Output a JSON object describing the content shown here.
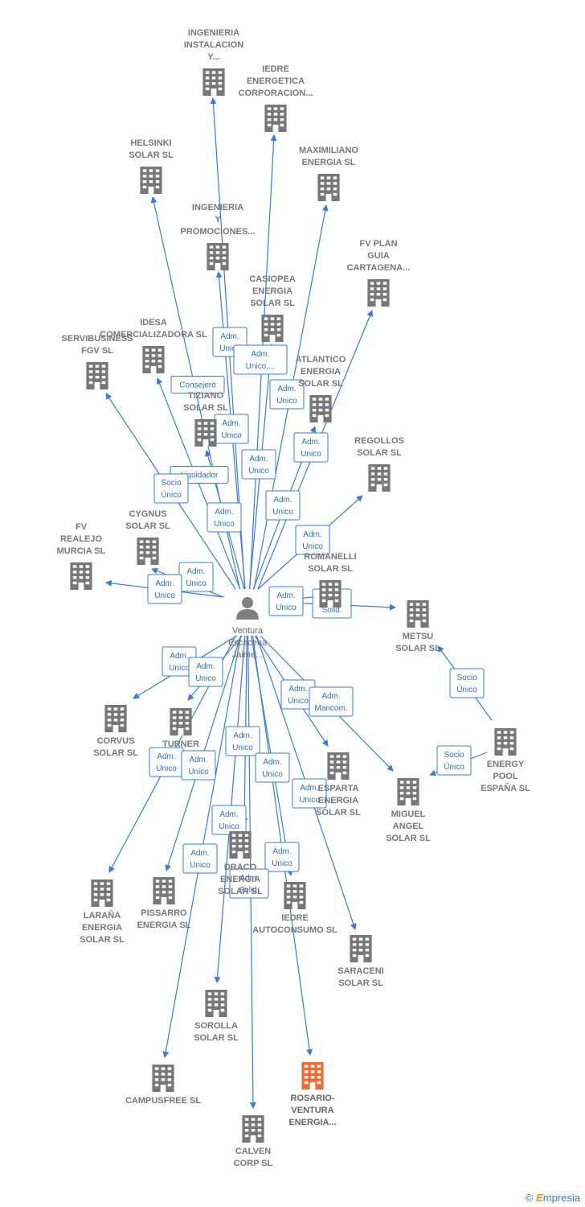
{
  "colors": {
    "edge": "#3a7bd5",
    "building": "#777777",
    "highlight": "#f06a35",
    "person": "#808080"
  },
  "center": {
    "id": "ventura",
    "icon": "person-icon",
    "label": [
      "Ventura",
      "Escacena",
      "Jaime..."
    ]
  },
  "nodes": [
    {
      "id": "ingenieria-instalacion",
      "label": [
        "INGENIERIA",
        "INSTALACION",
        "Y..."
      ]
    },
    {
      "id": "iedre-energetica",
      "label": [
        "IEDRE",
        "ENERGETICA",
        "CORPORACION..."
      ]
    },
    {
      "id": "helsinki",
      "label": [
        "HELSINKI",
        "SOLAR SL"
      ]
    },
    {
      "id": "maximiliano",
      "label": [
        "MAXIMILIANO",
        "ENERGIA SL"
      ]
    },
    {
      "id": "ingenieria-promociones",
      "label": [
        "INGENIERIA",
        "Y",
        "PROMOCIONES..."
      ]
    },
    {
      "id": "fv-plan-guia",
      "label": [
        "FV PLAN",
        "GUIA",
        "CARTAGENA..."
      ]
    },
    {
      "id": "casiopea",
      "label": [
        "CASIOPEA",
        "ENERGIA",
        "SOLAR SL"
      ]
    },
    {
      "id": "idesa",
      "label": [
        "IDESA",
        "COMERCIALIZADORA SL"
      ]
    },
    {
      "id": "servibusiness",
      "label": [
        "SERVIBUSINESS",
        "FGV SL"
      ]
    },
    {
      "id": "atlantico",
      "label": [
        "ATLANTICO",
        "ENERGIA",
        "SOLAR SL"
      ]
    },
    {
      "id": "tiziano",
      "label": [
        "TIZIANO",
        "SOLAR SL"
      ]
    },
    {
      "id": "regollos",
      "label": [
        "REGOLLOS",
        "SOLAR SL"
      ]
    },
    {
      "id": "cygnus",
      "label": [
        "CYGNUS",
        "SOLAR SL"
      ]
    },
    {
      "id": "fv-realejo",
      "label": [
        "FV",
        "REALEJO",
        "MURCIA  SL"
      ]
    },
    {
      "id": "romanelli",
      "label": [
        "ROMANELLI",
        "SOLAR SL"
      ]
    },
    {
      "id": "metsu",
      "label": [
        "METSU",
        "SOLAR SL"
      ]
    },
    {
      "id": "energy-pool",
      "label": [
        "ENERGY",
        "POOL",
        "ESPAÑA  SL"
      ]
    },
    {
      "id": "corvus",
      "label": [
        "CORVUS",
        "SOLAR SL"
      ]
    },
    {
      "id": "turner",
      "label": [
        "TURNER"
      ]
    },
    {
      "id": "esparta",
      "label": [
        "ESPARTA",
        "ENERGIA",
        "SOLAR SL"
      ]
    },
    {
      "id": "miguel-angel",
      "label": [
        "MIGUEL",
        "ANGEL",
        "SOLAR SL"
      ]
    },
    {
      "id": "larana",
      "label": [
        "LARAÑA",
        "ENERGIA",
        "SOLAR SL"
      ]
    },
    {
      "id": "pissarro",
      "label": [
        "PISSARRO",
        "ENERGIA SL"
      ]
    },
    {
      "id": "draco",
      "label": [
        "DRACO",
        "ENERGIA",
        "SOLAR SL"
      ]
    },
    {
      "id": "iedre-autoconsumo",
      "label": [
        "IEDRE",
        "AUTOCONSUMO SL"
      ]
    },
    {
      "id": "saraceni",
      "label": [
        "SARACENI",
        "SOLAR SL"
      ]
    },
    {
      "id": "sorolla",
      "label": [
        "SOROLLA",
        "SOLAR SL"
      ]
    },
    {
      "id": "campusfree",
      "label": [
        "CAMPUSFREE SL"
      ]
    },
    {
      "id": "rosario",
      "label": [
        "ROSARIO-",
        "VENTURA",
        "ENERGIA..."
      ],
      "highlight": true
    },
    {
      "id": "calven",
      "label": [
        "CALVEN",
        "CORP SL"
      ]
    }
  ],
  "edges": [
    {
      "from": "ventura",
      "to": "ingenieria-instalacion",
      "label": [
        "Adm.",
        "Unico"
      ]
    },
    {
      "from": "ventura",
      "to": "iedre-energetica",
      "label": [
        "Adm.",
        "Unico,..."
      ]
    },
    {
      "from": "ventura",
      "to": "helsinki",
      "label": [
        "Consejero"
      ]
    },
    {
      "from": "ventura",
      "to": "maximiliano",
      "label": [
        "Adm.",
        "Unico"
      ]
    },
    {
      "from": "ventura",
      "to": "ingenieria-promociones",
      "label": [
        "Adm.",
        "Unico"
      ]
    },
    {
      "from": "ventura",
      "to": "fv-plan-guia",
      "label": [
        "Adm.",
        "Unico"
      ]
    },
    {
      "from": "ventura",
      "to": "casiopea",
      "label": [
        "Adm.",
        "Unico"
      ]
    },
    {
      "from": "ventura",
      "to": "idesa",
      "label": [
        "Liquidador"
      ]
    },
    {
      "from": "ventura",
      "to": "servibusiness",
      "label": [
        "Socio",
        "Único"
      ]
    },
    {
      "from": "ventura",
      "to": "atlantico",
      "label": [
        "Adm.",
        "Unico"
      ]
    },
    {
      "from": "ventura",
      "to": "tiziano",
      "label": [
        "Adm.",
        "Unico"
      ]
    },
    {
      "from": "ventura",
      "to": "regollos",
      "label": [
        "Adm.",
        "Unico"
      ]
    },
    {
      "from": "ventura",
      "to": "cygnus",
      "label": [
        "Adm.",
        "Unico"
      ]
    },
    {
      "from": "ventura",
      "to": "fv-realejo",
      "label": [
        "Adm.",
        "Unico"
      ]
    },
    {
      "from": "ventura",
      "to": "romanelli",
      "label": [
        "Adm.",
        "Unico"
      ]
    },
    {
      "from": "ventura",
      "to": "metsu",
      "label": [
        "Adm.",
        "Solid."
      ]
    },
    {
      "from": "energy-pool",
      "to": "metsu",
      "label": [
        "Socio",
        "Único"
      ]
    },
    {
      "from": "energy-pool",
      "to": "miguel-angel",
      "label": [
        "Socio",
        "Único"
      ]
    },
    {
      "from": "ventura",
      "to": "corvus",
      "label": [
        "Adm.",
        "Unico"
      ]
    },
    {
      "from": "ventura",
      "to": "turner",
      "label": [
        "Adm.",
        "Unico"
      ]
    },
    {
      "from": "ventura",
      "to": "esparta",
      "label": [
        "Adm.",
        "Unico"
      ]
    },
    {
      "from": "ventura",
      "to": "miguel-angel",
      "label": [
        "Adm.",
        "Mancom."
      ]
    },
    {
      "from": "ventura",
      "to": "larana",
      "label": [
        "Adm.",
        "Unico"
      ]
    },
    {
      "from": "ventura",
      "to": "pissarro",
      "label": [
        "Adm.",
        "Unico"
      ]
    },
    {
      "from": "ventura",
      "to": "draco",
      "label": [
        "Adm.",
        "Unico"
      ]
    },
    {
      "from": "ventura",
      "to": "iedre-autoconsumo",
      "label": [
        "Adm.",
        "Unico"
      ]
    },
    {
      "from": "ventura",
      "to": "saraceni",
      "label": [
        "Adm.",
        "Unico"
      ]
    },
    {
      "from": "ventura",
      "to": "sorolla",
      "label": [
        "Adm.",
        "Unico"
      ]
    },
    {
      "from": "ventura",
      "to": "campusfree",
      "label": [
        "Adm.",
        "Unico"
      ]
    },
    {
      "from": "ventura",
      "to": "rosario",
      "label": [
        "Adm.",
        "Unico"
      ]
    },
    {
      "from": "ventura",
      "to": "calven",
      "label": [
        "Adm.",
        "Solid."
      ]
    }
  ],
  "watermark": {
    "symbol": "©",
    "brand_initial": "E",
    "brand_rest": "mpresia"
  }
}
